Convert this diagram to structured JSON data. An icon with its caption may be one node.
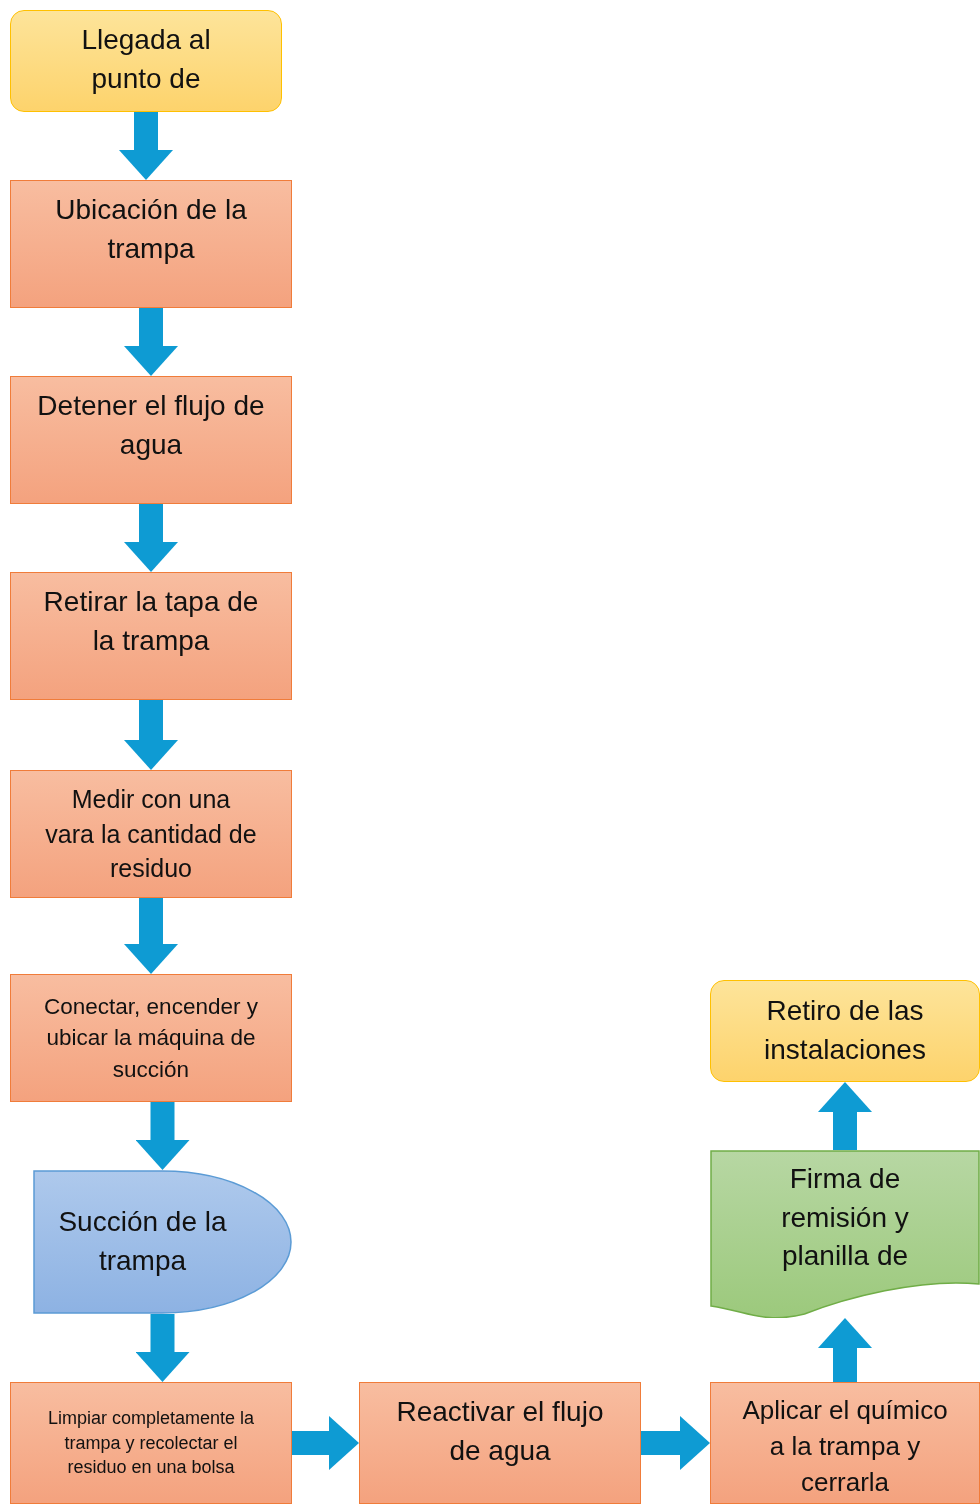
{
  "diagram": {
    "nodes": [
      {
        "text": [
          "Llegada al punto de"
        ]
      },
      {
        "text": [
          "Ubicación de la trampa"
        ]
      },
      {
        "text": [
          "Detener el flujo de agua"
        ]
      },
      {
        "text": [
          "Retirar la tapa de la trampa"
        ]
      },
      {
        "text": [
          "Medir con una vara la cantidad de residuo"
        ]
      },
      {
        "text": [
          "Conectar, encender y ubicar la máquina de succión"
        ]
      },
      {
        "text": [
          "Succión de la trampa"
        ]
      },
      {
        "text": [
          "Limpiar completamente la trampa y recolectar el residuo en una bolsa"
        ]
      },
      {
        "text": [
          "Reactivar el flujo de agua"
        ]
      },
      {
        "text": [
          "Aplicar el químico a la trampa y cerrarla"
        ]
      },
      {
        "text": [
          "Firma de remisión y planilla de"
        ]
      },
      {
        "text": [
          "Retiro de las instalaciones"
        ]
      }
    ],
    "edges": [
      {
        "from": 0,
        "to": 1,
        "arrow": "to"
      },
      {
        "from": 1,
        "to": 2,
        "arrow": "to"
      },
      {
        "from": 2,
        "to": 3,
        "arrow": "to"
      },
      {
        "from": 3,
        "to": 4,
        "arrow": "to"
      },
      {
        "from": 4,
        "to": 5,
        "arrow": "to"
      },
      {
        "from": 5,
        "to": 6,
        "arrow": "to"
      },
      {
        "from": 6,
        "to": 7,
        "arrow": "to"
      },
      {
        "from": 7,
        "to": 8,
        "arrow": "to"
      },
      {
        "from": 8,
        "to": 9,
        "arrow": "to"
      },
      {
        "from": 9,
        "to": 10,
        "arrow": "to"
      },
      {
        "from": 10,
        "to": 11,
        "arrow": "to"
      }
    ]
  }
}
